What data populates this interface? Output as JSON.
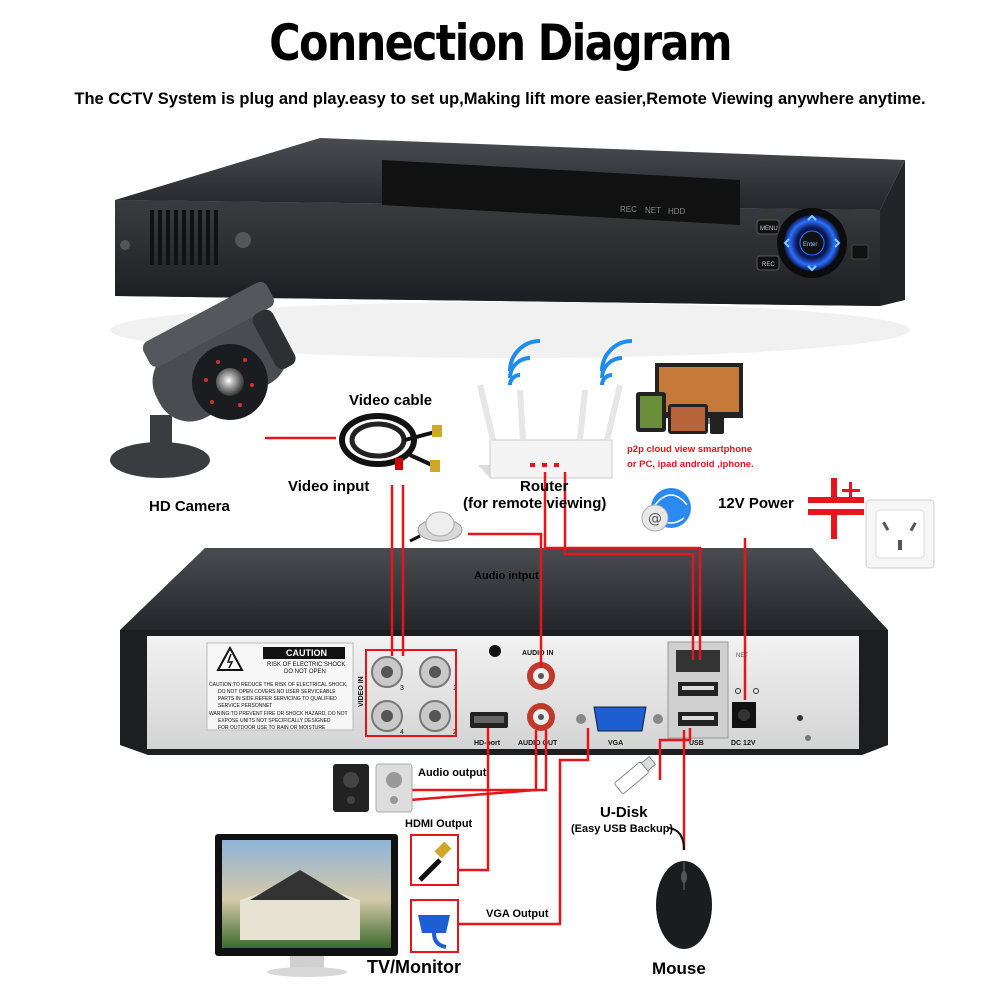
{
  "header": {
    "title": "Connection Diagram",
    "subtitle": "The CCTV System is plug and play.easy to set up,Making lift more easier,Remote Viewing anywhere anytime."
  },
  "labels": {
    "video_cable": "Video cable",
    "video_input": "Video input",
    "hd_camera": "HD Camera",
    "router": "Router",
    "router_note": "(for remote viewing)",
    "p2p_line1": "p2p cloud  view smartphone",
    "p2p_line2": "or PC, ipad android ,iphone.",
    "power": "12V Power",
    "audio_input": "Audio intput",
    "audio_output": "Audio output",
    "hdmi_output": "HDMI Output",
    "vga_output": "VGA Output",
    "udisk": "U-Disk",
    "udisk_note": "(Easy USB Backup)",
    "tv_monitor": "TV/Monitor",
    "mouse": "Mouse"
  },
  "dvr_front": {
    "indicators": [
      "REC",
      "NET",
      "HDD"
    ],
    "menu_button": "MENU",
    "rec_button": "REC",
    "dpad_center": "Enter"
  },
  "dvr_rear": {
    "caution_title": "CAUTION",
    "caution_sub1": "RISK OF ELECTRIC SHOCK",
    "caution_sub2": "DO NOT OPEN",
    "warning_lines": [
      "CAUTION:TO REDUCE THE RISK OF ELECTRICAL SHOCK,",
      "DO NOT OPEN COVERS.NO USER SERVICEABLE",
      "PARTS IN SIDE.REFER SERVICING TO QUALIFIED",
      "SERVICE PERSONNET",
      "WARING:TO PREVENT FIRE OR SHOCK HAZARD, DO NOT",
      "EXPOSE UNITS NOT SPECIFICALLY DESIGNED",
      "FOR OUTDOOR USE TO RAIN OR MOISTURE"
    ],
    "video_in": "VIDEO IN",
    "bnc_numbers": [
      "3",
      "1",
      "4",
      "2"
    ],
    "audio_in": "AUDIO IN",
    "audio_out": "AUDIO OUT",
    "hd_port": "HD-port",
    "vga": "VGA",
    "net": "NET",
    "usb": "USB",
    "dc": "DC 12V"
  },
  "colors": {
    "wire": "#e8141b",
    "device_dark": "#2b2d31",
    "panel": "#e6e6e6",
    "accent_blue": "#2b6fff"
  }
}
